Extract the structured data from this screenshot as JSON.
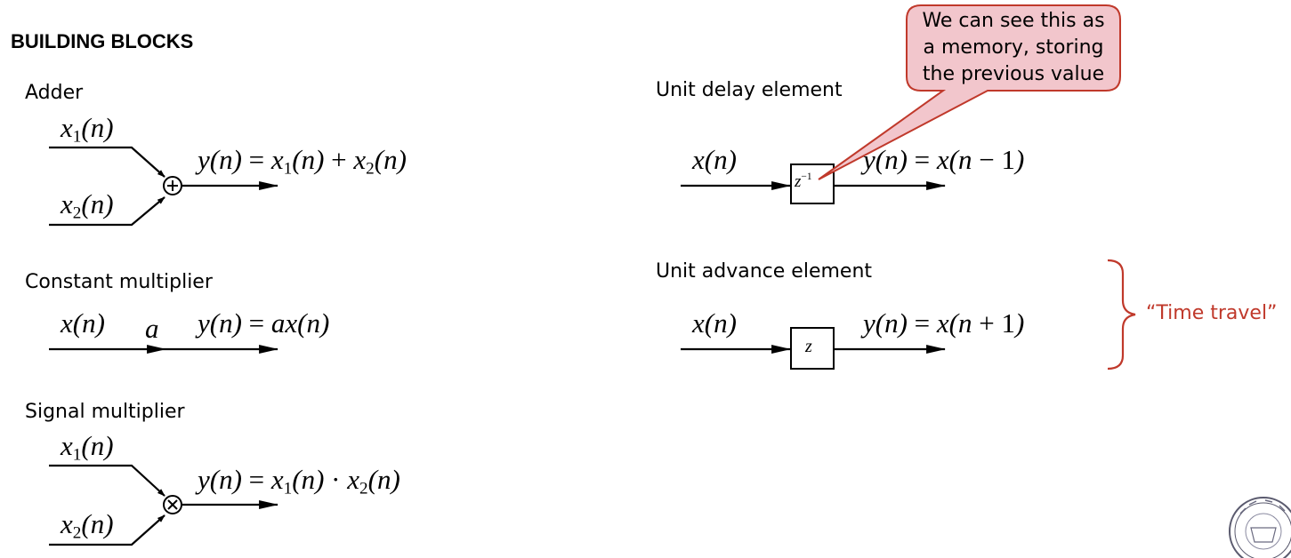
{
  "heading": "BUILDING BLOCKS",
  "adder": {
    "label": "Adder",
    "input1": "x1(n)",
    "input2": "x2(n)",
    "output": "y(n) = x1(n) + x2(n)",
    "operator": "+"
  },
  "constant_multiplier": {
    "label": "Constant multiplier",
    "input": "x(n)",
    "coefficient": "a",
    "output": "y(n) = ax(n)"
  },
  "signal_multiplier": {
    "label": "Signal multiplier",
    "input1": "x1(n)",
    "input2": "x2(n)",
    "output": "y(n) = x1(n) · x2(n)",
    "operator": "×"
  },
  "unit_delay": {
    "label": "Unit delay element",
    "input": "x(n)",
    "block": "z^-1",
    "output": "y(n) = x(n − 1)"
  },
  "unit_advance": {
    "label": "Unit advance element",
    "input": "x(n)",
    "block": "z",
    "output": "y(n) = x(n + 1)"
  },
  "callout": {
    "line1": "We can see this as",
    "line2": "a memory, storing",
    "line3": "the previous value",
    "fill": "#f2c6cc",
    "stroke": "#c0392b"
  },
  "annotation": {
    "text": "“Time travel”",
    "color": "#c0392b"
  },
  "logo": "university-seal"
}
